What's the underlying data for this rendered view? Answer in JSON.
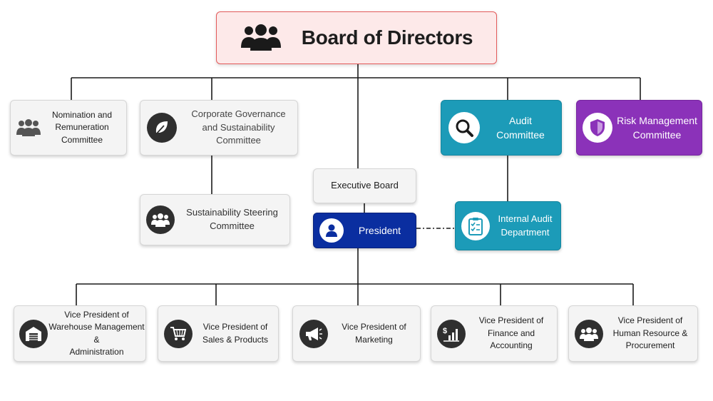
{
  "board": {
    "title": "Board of Directors",
    "icon": "people-group-icon"
  },
  "committees": {
    "nomination": {
      "lines": [
        "Nomination and",
        "Remuneration",
        "Committee"
      ],
      "icon": "people-icon"
    },
    "governance": {
      "lines": [
        "Corporate Governance",
        "and Sustainability",
        "Committee"
      ],
      "icon": "leaf-icon"
    },
    "sustainability": {
      "lines": [
        "Sustainability Steering",
        "Committee"
      ],
      "icon": "people-group-icon"
    },
    "audit": {
      "lines": [
        "Audit",
        "Committee"
      ],
      "icon": "magnifier-icon"
    },
    "risk": {
      "lines": [
        "Risk Management",
        "Committee"
      ],
      "icon": "shield-icon"
    },
    "internal_audit": {
      "lines": [
        "Internal Audit",
        "Department"
      ],
      "icon": "checklist-icon"
    }
  },
  "executive": {
    "board_label": "Executive Board",
    "president_label": "President",
    "president_icon": "person-icon"
  },
  "vice_presidents": [
    {
      "lines": [
        "Vice President of",
        "Warehouse Management &",
        "Administration"
      ],
      "icon": "warehouse-icon"
    },
    {
      "lines": [
        "Vice President of",
        "Sales & Products"
      ],
      "icon": "cart-icon"
    },
    {
      "lines": [
        "Vice President of",
        "Marketing"
      ],
      "icon": "megaphone-icon"
    },
    {
      "lines": [
        "Vice President of",
        "Finance and",
        "Accounting"
      ],
      "icon": "finance-chart-icon"
    },
    {
      "lines": [
        "Vice President of",
        "Human Resource &",
        "Procurement"
      ],
      "icon": "people-group-icon"
    }
  ],
  "colors": {
    "board_fill": "#fde9e9",
    "board_border": "#e35a5a",
    "teal": "#1c9bb8",
    "purple": "#8b32b9",
    "navy": "#0a2ea0",
    "icon_dark": "#2f2f2f"
  }
}
